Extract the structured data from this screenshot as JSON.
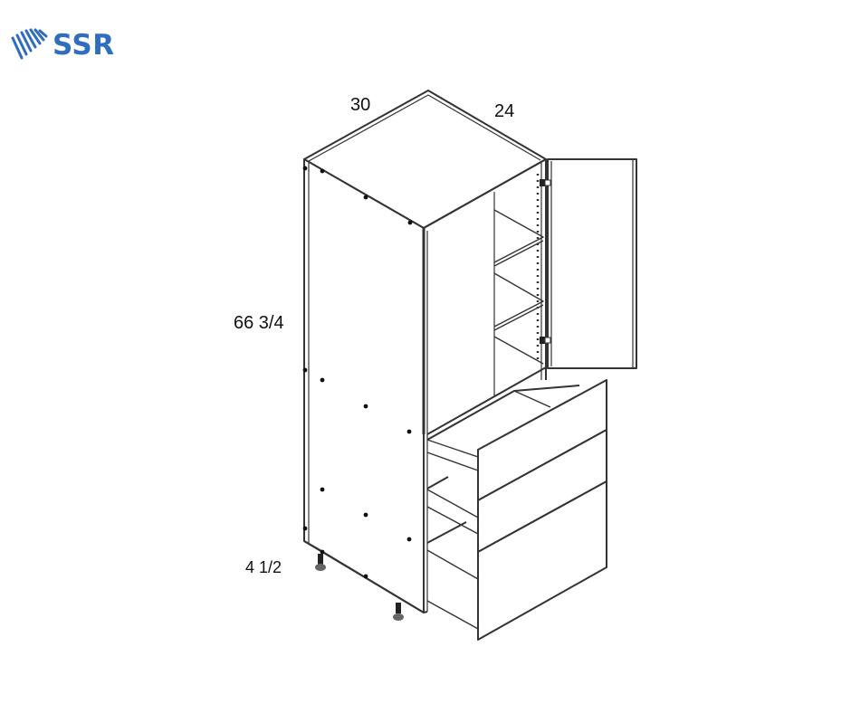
{
  "logo": {
    "text": "SSR",
    "color": "#2f6dbf",
    "icon": "striped-horse-head-icon"
  },
  "diagram": {
    "subject": "Tall pantry cabinet, 1 door over 3 drawers, isometric line drawing",
    "dimensions": {
      "width": "30",
      "depth": "24",
      "height": "66 3/4",
      "toe_kick": "4 1/2"
    },
    "components": [
      "cabinet-box",
      "top-panel",
      "side-panel",
      "open-door",
      "hinge",
      "hinge",
      "shelf",
      "shelf",
      "shelf",
      "drawer",
      "drawer",
      "drawer",
      "leveling-leg",
      "leveling-leg"
    ],
    "line_color": "#333333"
  }
}
